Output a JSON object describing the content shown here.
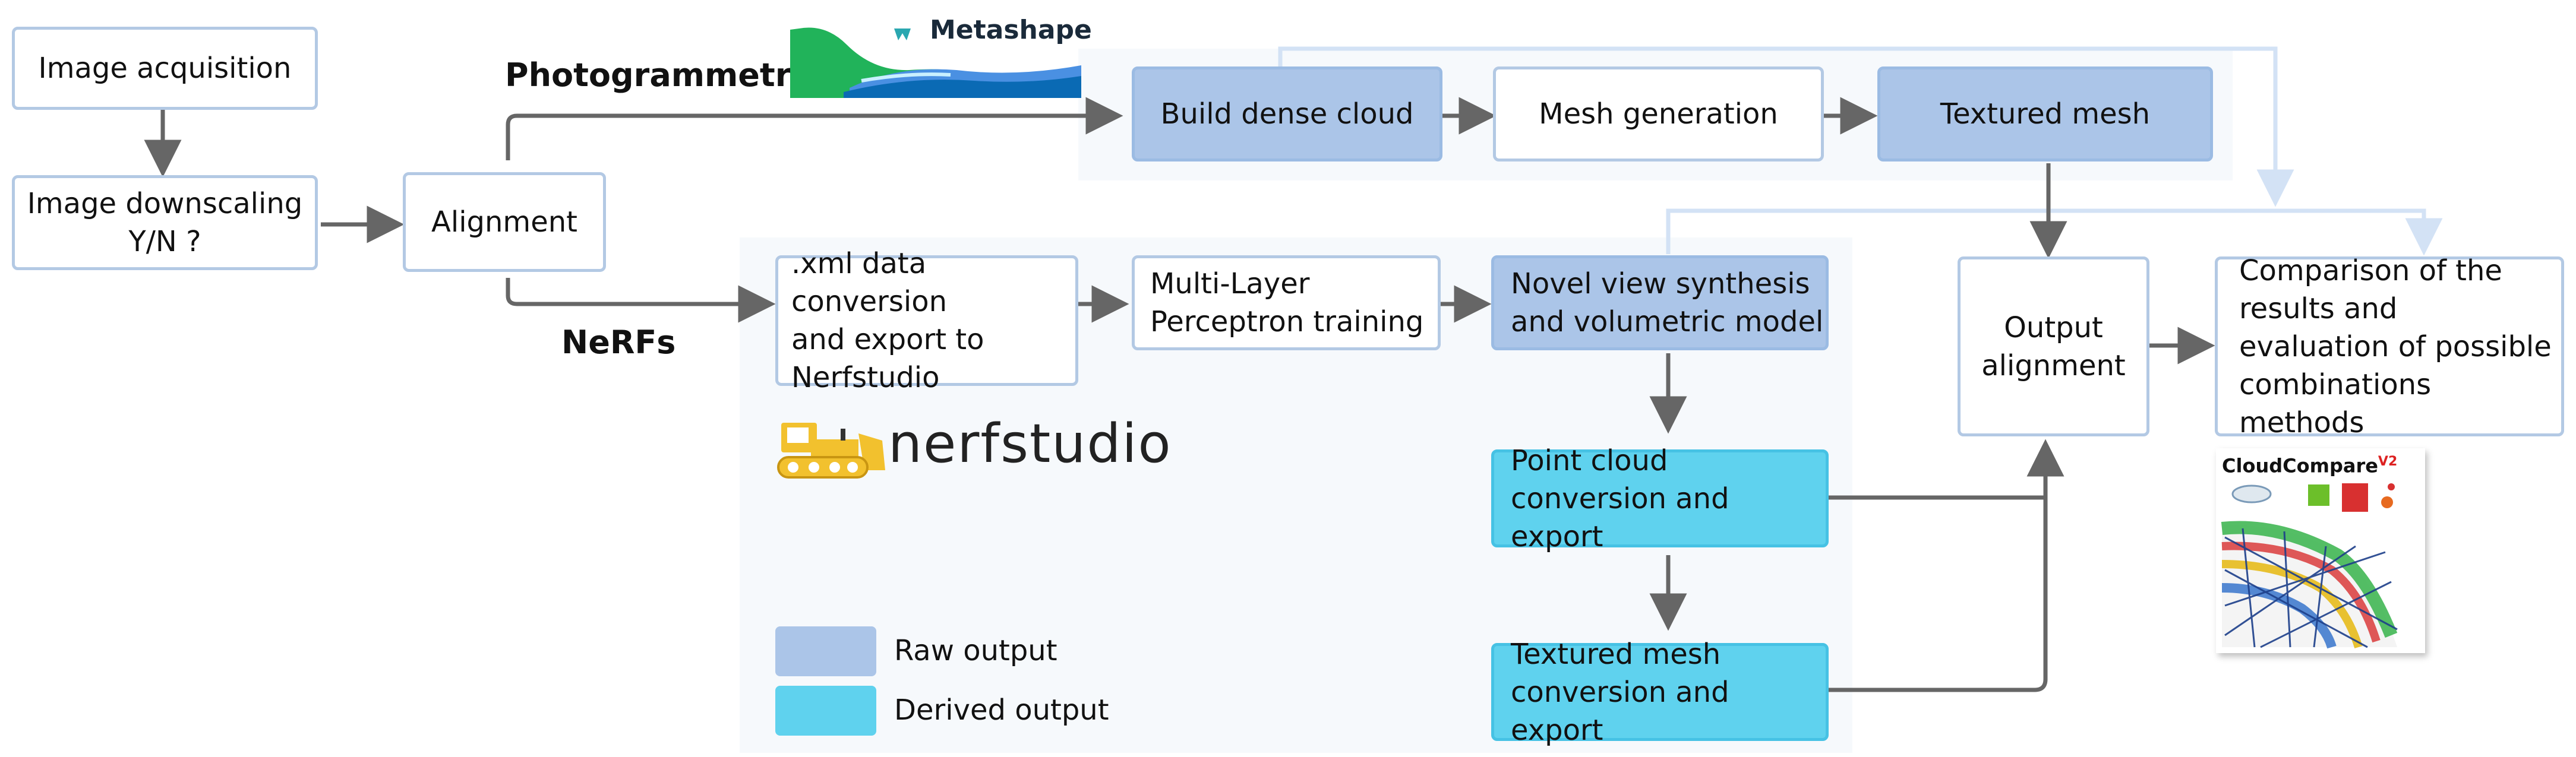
{
  "nodes": {
    "image_acquisition": "Image acquisition",
    "image_downscaling": "Image downscaling\n        Y/N ?",
    "alignment": "Alignment",
    "build_dense_cloud": "Build dense cloud",
    "mesh_generation": "Mesh generation",
    "textured_mesh": "Textured mesh",
    "xml_conversion": ".xml data conversion\nand export to\nNerfstudio",
    "mlp_training": "Multi-Layer\nPerceptron training",
    "novel_view": "Novel view synthesis\nand volumetric model",
    "point_cloud": "Point cloud\nconversion and export",
    "textured_mesh_conv": "Textured mesh\nconversion and export",
    "output_alignment": "Output\nalignment",
    "comparison": "Comparison of the\nresults and\nevaluation of possible\ncombinations methods"
  },
  "labels": {
    "photogrammetry": "Photogrammetry",
    "nerfs": "NeRFs"
  },
  "legend": {
    "raw": "Raw output",
    "derived": "Derived output"
  },
  "logos": {
    "metashape": "Metashape",
    "nerfstudio": "nerfstudio",
    "cloudcompare": "CloudCompare",
    "cloudcompare_version": "V2"
  },
  "colors": {
    "raw_fill": "#abc5e8",
    "derived_fill": "#5fd2ee",
    "box_border": "#b3c9e4",
    "arrow": "#666666",
    "light_arrow": "#d3e2f5"
  }
}
